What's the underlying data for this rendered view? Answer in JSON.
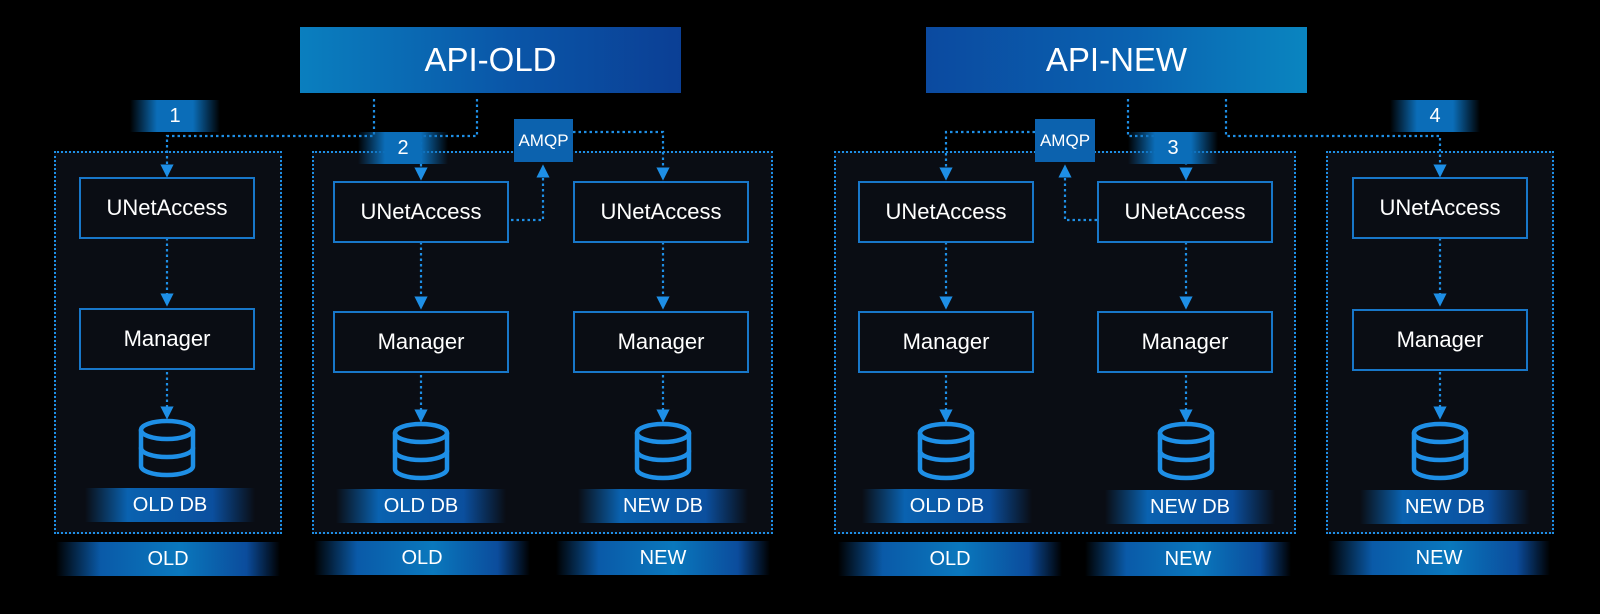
{
  "apis": [
    {
      "label": "API-OLD"
    },
    {
      "label": "API-NEW"
    }
  ],
  "steps": [
    "1",
    "2",
    "3",
    "4"
  ],
  "amqp_label": "AMQP",
  "component_labels": {
    "access": "UNetAccess",
    "manager": "Manager"
  },
  "columns": [
    {
      "db": "OLD DB",
      "version": "OLD"
    },
    {
      "db": "OLD DB",
      "version": "OLD"
    },
    {
      "db": "NEW DB",
      "version": "NEW"
    },
    {
      "db": "OLD DB",
      "version": "OLD"
    },
    {
      "db": "NEW DB",
      "version": "NEW"
    },
    {
      "db": "NEW DB",
      "version": "NEW"
    }
  ],
  "colors": {
    "background": "#000000",
    "accent": "#1e8fe6",
    "component_border": "#1877c9",
    "box_fill": "#0a0d14"
  }
}
